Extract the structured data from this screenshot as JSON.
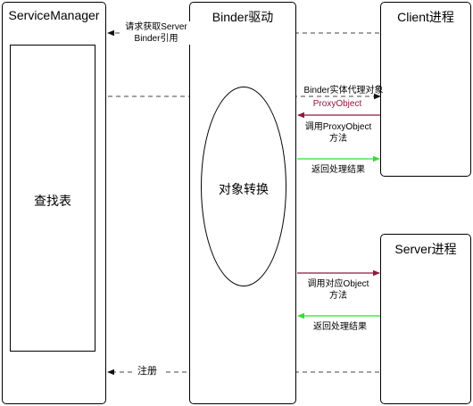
{
  "boxes": {
    "service_manager": "ServiceManager",
    "lookup_table": "查找表",
    "binder_driver": "Binder驱动",
    "object_conversion": "对象转换",
    "client_process": "Client进程",
    "server_process": "Server进程"
  },
  "arrows": {
    "get_binder_ref": {
      "line1": "请求获取Server",
      "line2": "Binder引用"
    },
    "binder_entity_proxy": "Binder实体代理对象",
    "proxy_object": "ProxyObject",
    "call_proxy_method": {
      "line1": "调用ProxyObject",
      "line2": "方法"
    },
    "return_result_client": "返回处理结果",
    "call_object_method": {
      "line1": "调用对应Object",
      "line2": "方法"
    },
    "return_result_server": "返回处理结果",
    "register": "注册"
  },
  "colors": {
    "dashed": "#222222",
    "request": "#8b1a3a",
    "response": "#33dd33",
    "proxy_text": "#8b1a3a"
  }
}
